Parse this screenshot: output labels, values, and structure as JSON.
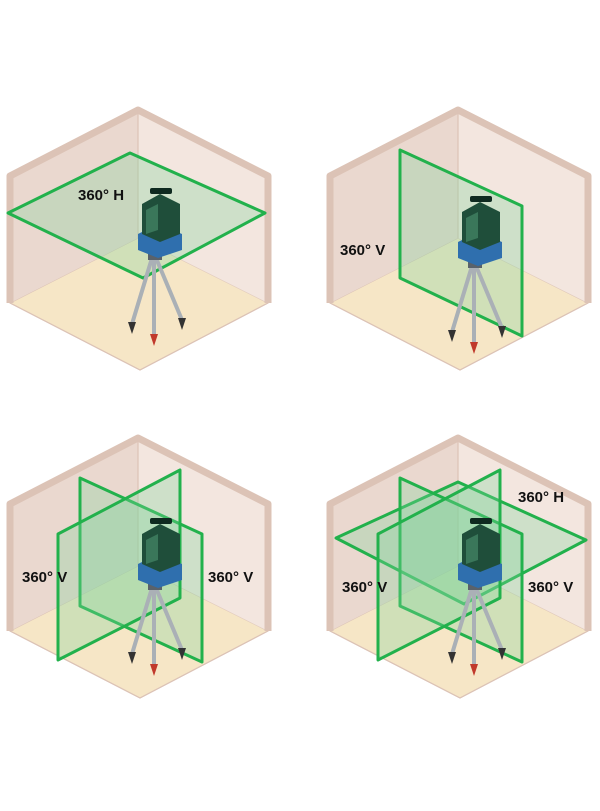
{
  "colors": {
    "background": "#ffffff",
    "wall_left": "#ead8cf",
    "wall_right": "#f3e6df",
    "wall_edge": "#dcc3b6",
    "floor": "#f6e6c6",
    "laser_green": "#22b14c",
    "laser_fill": "#7fd39a",
    "tool_body": "#1f4e3a",
    "tool_base": "#2f6fae",
    "tripod": "#aab0b6"
  },
  "panels": [
    {
      "id": "h",
      "labels": [
        "360° H"
      ]
    },
    {
      "id": "v",
      "labels": [
        "360° V"
      ]
    },
    {
      "id": "vv",
      "labels": [
        "360° V",
        "360° V"
      ]
    },
    {
      "id": "hvv",
      "labels": [
        "360° H",
        "360° V",
        "360° V"
      ]
    }
  ]
}
